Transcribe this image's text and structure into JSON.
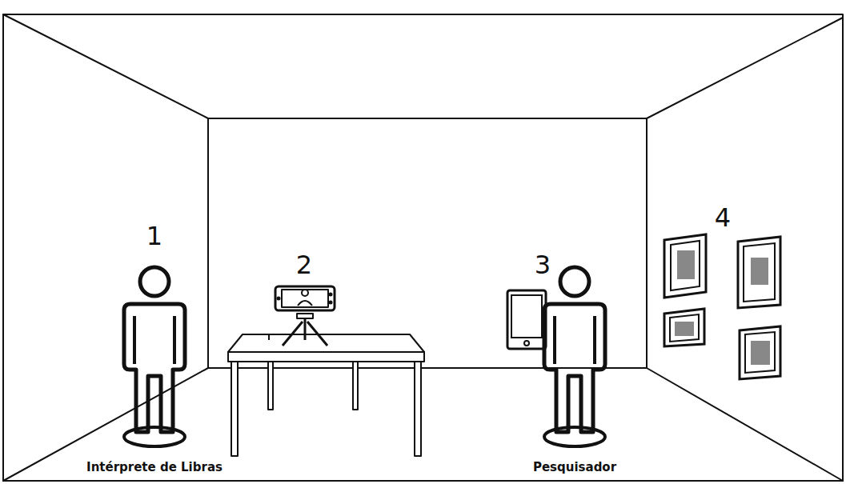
{
  "diagram": {
    "labels": [
      "1",
      "2",
      "3",
      "4",
      "Intérprete de Libras",
      "Pesquisador"
    ]
  }
}
